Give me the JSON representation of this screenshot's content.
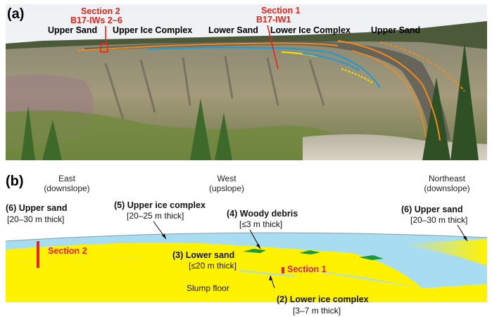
{
  "panel_a": {
    "letter": "(a)",
    "labels": {
      "upper_sand_left": "Upper Sand",
      "upper_ice_complex": "Upper Ice Complex",
      "lower_sand": "Lower Sand",
      "lower_ice_complex": "Lower Ice Complex",
      "upper_sand_right": "Upper Sand"
    },
    "section2": {
      "line1": "Section 2",
      "line2": "B17-IWs 2–6"
    },
    "section1": {
      "line1": "Section 1",
      "line2": "B17-IW1"
    }
  },
  "panel_b": {
    "letter": "(b)",
    "directions": {
      "east": {
        "line1": "East",
        "line2": "(downslope)"
      },
      "west": {
        "line1": "West",
        "line2": "(upslope)"
      },
      "northeast": {
        "line1": "Northeast",
        "line2": "(downslope)"
      }
    },
    "units": {
      "upper_sand_left": {
        "name": "(6) Upper sand",
        "thick": "[20–30 m thick]"
      },
      "upper_ice": {
        "name": "(5) Upper ice complex",
        "thick": "[20–25 m thick]"
      },
      "woody": {
        "name": "(4) Woody debris",
        "thick": "[≤3 m thick]"
      },
      "upper_sand_right": {
        "name": "(6) Upper sand",
        "thick": "[20–30 m thick]"
      },
      "lower_sand": {
        "name": "(3) Lower sand",
        "thick": "[≤20 m thick]"
      },
      "lower_ice": {
        "name": "(2) Lower ice complex",
        "thick": "[3–7 m thick]"
      }
    },
    "section2": "Section 2",
    "section1": "Section 1",
    "slump_floor": "Slump floor"
  },
  "colors": {
    "sand": "#fff200",
    "ice": "#a8dcf0",
    "woody": "#1a9a3a",
    "section": "#e8231c",
    "trace_orange": "#f08a1c",
    "trace_blue": "#1a9ad6",
    "trace_yellow": "#f5e600"
  }
}
